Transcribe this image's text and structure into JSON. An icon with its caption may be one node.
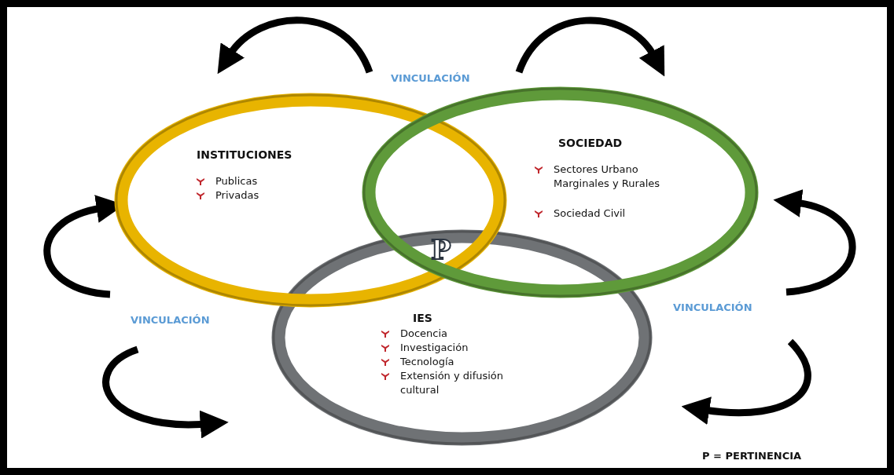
{
  "diagram": {
    "nodes": [
      {
        "text": [
          "INSTITUCIONES",
          "Publicas",
          "Privadas"
        ]
      },
      {
        "text": [
          "SOCIEDAD",
          "Sectores Urbano Marginales y Rurales",
          "Sociedad Civil"
        ]
      },
      {
        "text": [
          "IES",
          "Docencia",
          "Investigación",
          "Tecnología",
          "Extensión y difusión cultural"
        ]
      }
    ],
    "edges": [],
    "labels": [
      "VINCULACIÓN",
      "P",
      "VINCULACIÓN",
      "VINCULACIÓN",
      "P = PERTINENCIA"
    ]
  }
}
